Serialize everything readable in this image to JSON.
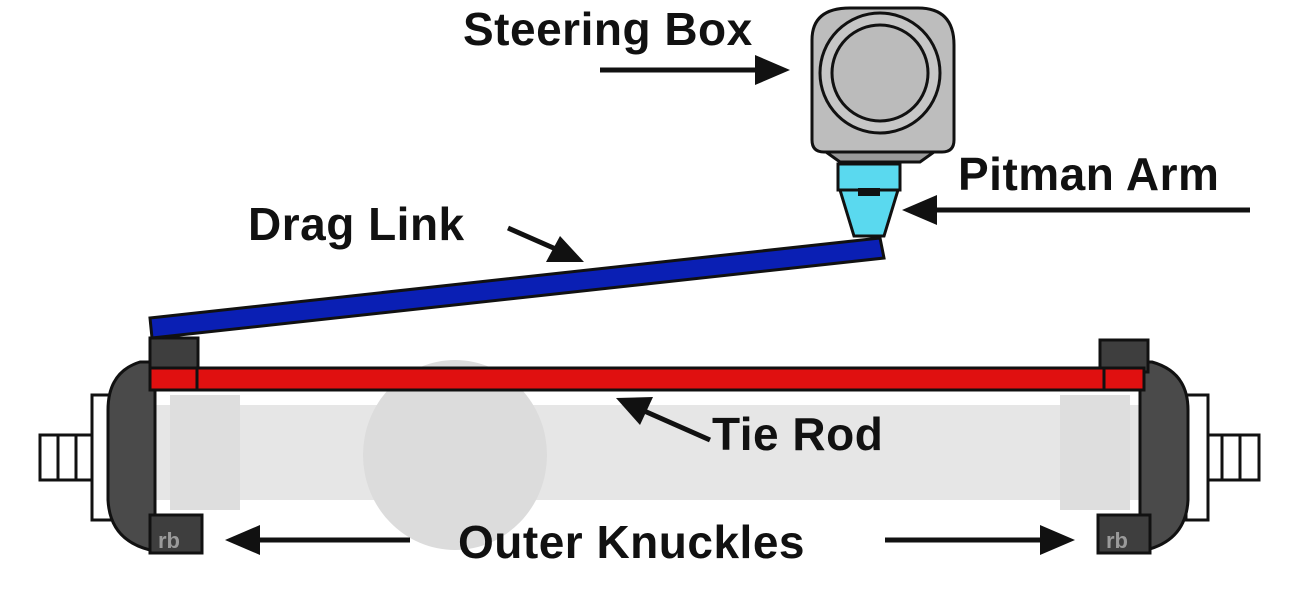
{
  "labels": {
    "steering_box": "Steering Box",
    "pitman_arm": "Pitman Arm",
    "drag_link": "Drag Link",
    "tie_rod": "Tie Rod",
    "outer_knuckles": "Outer Knuckles",
    "knuckle_mark_left": "rb",
    "knuckle_mark_right": "rb"
  },
  "colors": {
    "drag_link": "#0a1fb4",
    "tie_rod": "#e01010",
    "pitman_arm": "#5ad9ef",
    "steering_box": "#bdbdbd",
    "knuckle": "#4a4a4a",
    "axle": "#e3e3e3"
  },
  "icons": {
    "arrows": "arrow-icon"
  }
}
